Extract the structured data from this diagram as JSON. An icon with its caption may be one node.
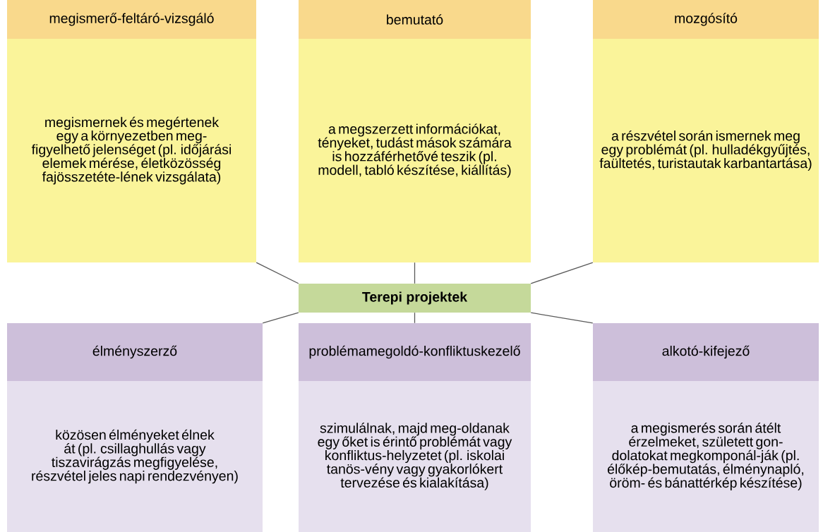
{
  "diagram": {
    "nodes": [
      {
        "text": [
          "megismerő-feltáró-vizsgáló",
          "megismernek és megértenek egy a környezetben meg-figyelhető jelenséget (pl. időjárási elemek mérése, életközösség fajösszetéte-lének vizsgálata)"
        ]
      },
      {
        "text": [
          "bemutató",
          "a megszerzett információkat, tényeket, tudást mások számára is hozzáférhetővé teszik (pl. modell, tabló készítése, kiállítás)"
        ]
      },
      {
        "text": [
          "mozgósító",
          "a részvétel során ismernek meg egy problémát (pl. hulladékgyűjtés, faültetés, turistautak karbantartása)"
        ]
      },
      {
        "text": [
          "Terepi projektek"
        ]
      },
      {
        "text": [
          "élményszerző",
          "közösen élményeket élnek át (pl. csillaghullás vagy tiszavirágzás megfigyelése, részvétel jeles napi rendezvényen)"
        ]
      },
      {
        "text": [
          "problémamegoldó-konfliktuskezelő",
          "szimulálnak, majd meg-oldanak egy őket is érintő problémát vagy konfliktus-helyzetet (pl. iskolai tanös-vény vagy gyakorlókert tervezése és kialakítása)"
        ]
      },
      {
        "text": [
          "alkotó-kifejező",
          "a megismerés során átélt érzelmeket, született gon-dolatokat megkomponál-ják (pl. élőkép-bemutatás, élménynapló, öröm- és bánattérkép készítése)"
        ]
      }
    ],
    "edges": [
      {
        "from": 3,
        "to": 0,
        "arrow": "none"
      },
      {
        "from": 3,
        "to": 1,
        "arrow": "none"
      },
      {
        "from": 3,
        "to": 2,
        "arrow": "none"
      },
      {
        "from": 3,
        "to": 4,
        "arrow": "none"
      },
      {
        "from": 3,
        "to": 5,
        "arrow": "none"
      },
      {
        "from": 3,
        "to": 6,
        "arrow": "none"
      }
    ]
  }
}
